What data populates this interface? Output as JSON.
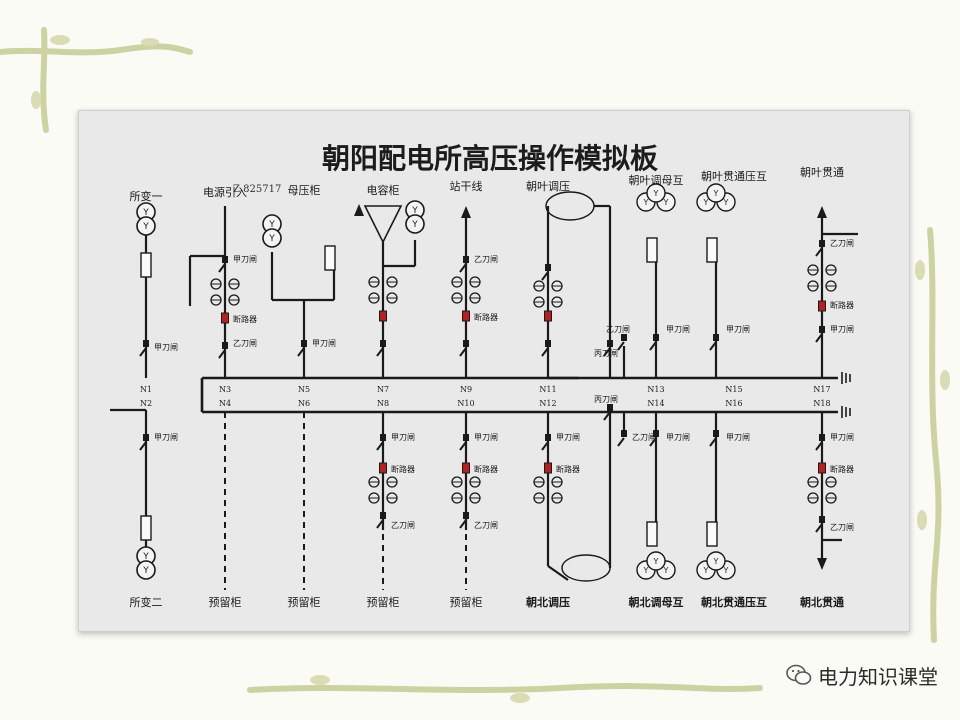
{
  "title": "朝阳配电所高压操作模拟板",
  "upper_row_labels": [
    {
      "key": "suobian1",
      "text": "所变一"
    },
    {
      "key": "dianyuan",
      "text": "电源引入"
    },
    {
      "key": "muxiangui",
      "text": "母压柜"
    },
    {
      "key": "dianrong",
      "text": "电容柜"
    },
    {
      "key": "zhanganxian",
      "text": "站干线"
    },
    {
      "key": "chaoyetiaoya",
      "text": "朝叶调压"
    },
    {
      "key": "chaoyetiaomuhu",
      "text": "朝叶调母互"
    },
    {
      "key": "chaoyeguantongyahu",
      "text": "朝叶贯通压互"
    },
    {
      "key": "chaoyeguantong",
      "text": "朝叶贯通"
    }
  ],
  "lower_row_labels": [
    {
      "key": "suobian2",
      "text": "所变二"
    },
    {
      "key": "yuliu1",
      "text": "预留柜"
    },
    {
      "key": "yuliu2",
      "text": "预留柜"
    },
    {
      "key": "yuliu3",
      "text": "预留柜"
    },
    {
      "key": "yuliu4",
      "text": "预留柜"
    },
    {
      "key": "chaobeitiaoya",
      "text": "朝北调压"
    },
    {
      "key": "chaobeitiaomuhu",
      "text": "朝北调母互"
    },
    {
      "key": "chaobeiguantongyahu",
      "text": "朝北贯通压互"
    },
    {
      "key": "chaobeiguantong",
      "text": "朝北贯通"
    }
  ],
  "handwritten_note": "Z 825717",
  "upper_nodes": [
    "N1",
    "N3",
    "N5",
    "N7",
    "N9",
    "N11",
    "N13",
    "N15",
    "N17"
  ],
  "lower_nodes": [
    "N2",
    "N4",
    "N6",
    "N8",
    "N10",
    "N12",
    "N14",
    "N16",
    "N18"
  ],
  "device_labels": {
    "jiadaozha": "甲刀闸",
    "yidaozha": "乙刀闸",
    "duanluqi": "断路器",
    "bingdaozha": "丙刀闸"
  },
  "watermark": "电力知识课堂",
  "colors": {
    "line": "#1a1a1a",
    "board": "#e9e9ea",
    "breaker_red": "#b22222",
    "vine": "#c9cf9a"
  }
}
